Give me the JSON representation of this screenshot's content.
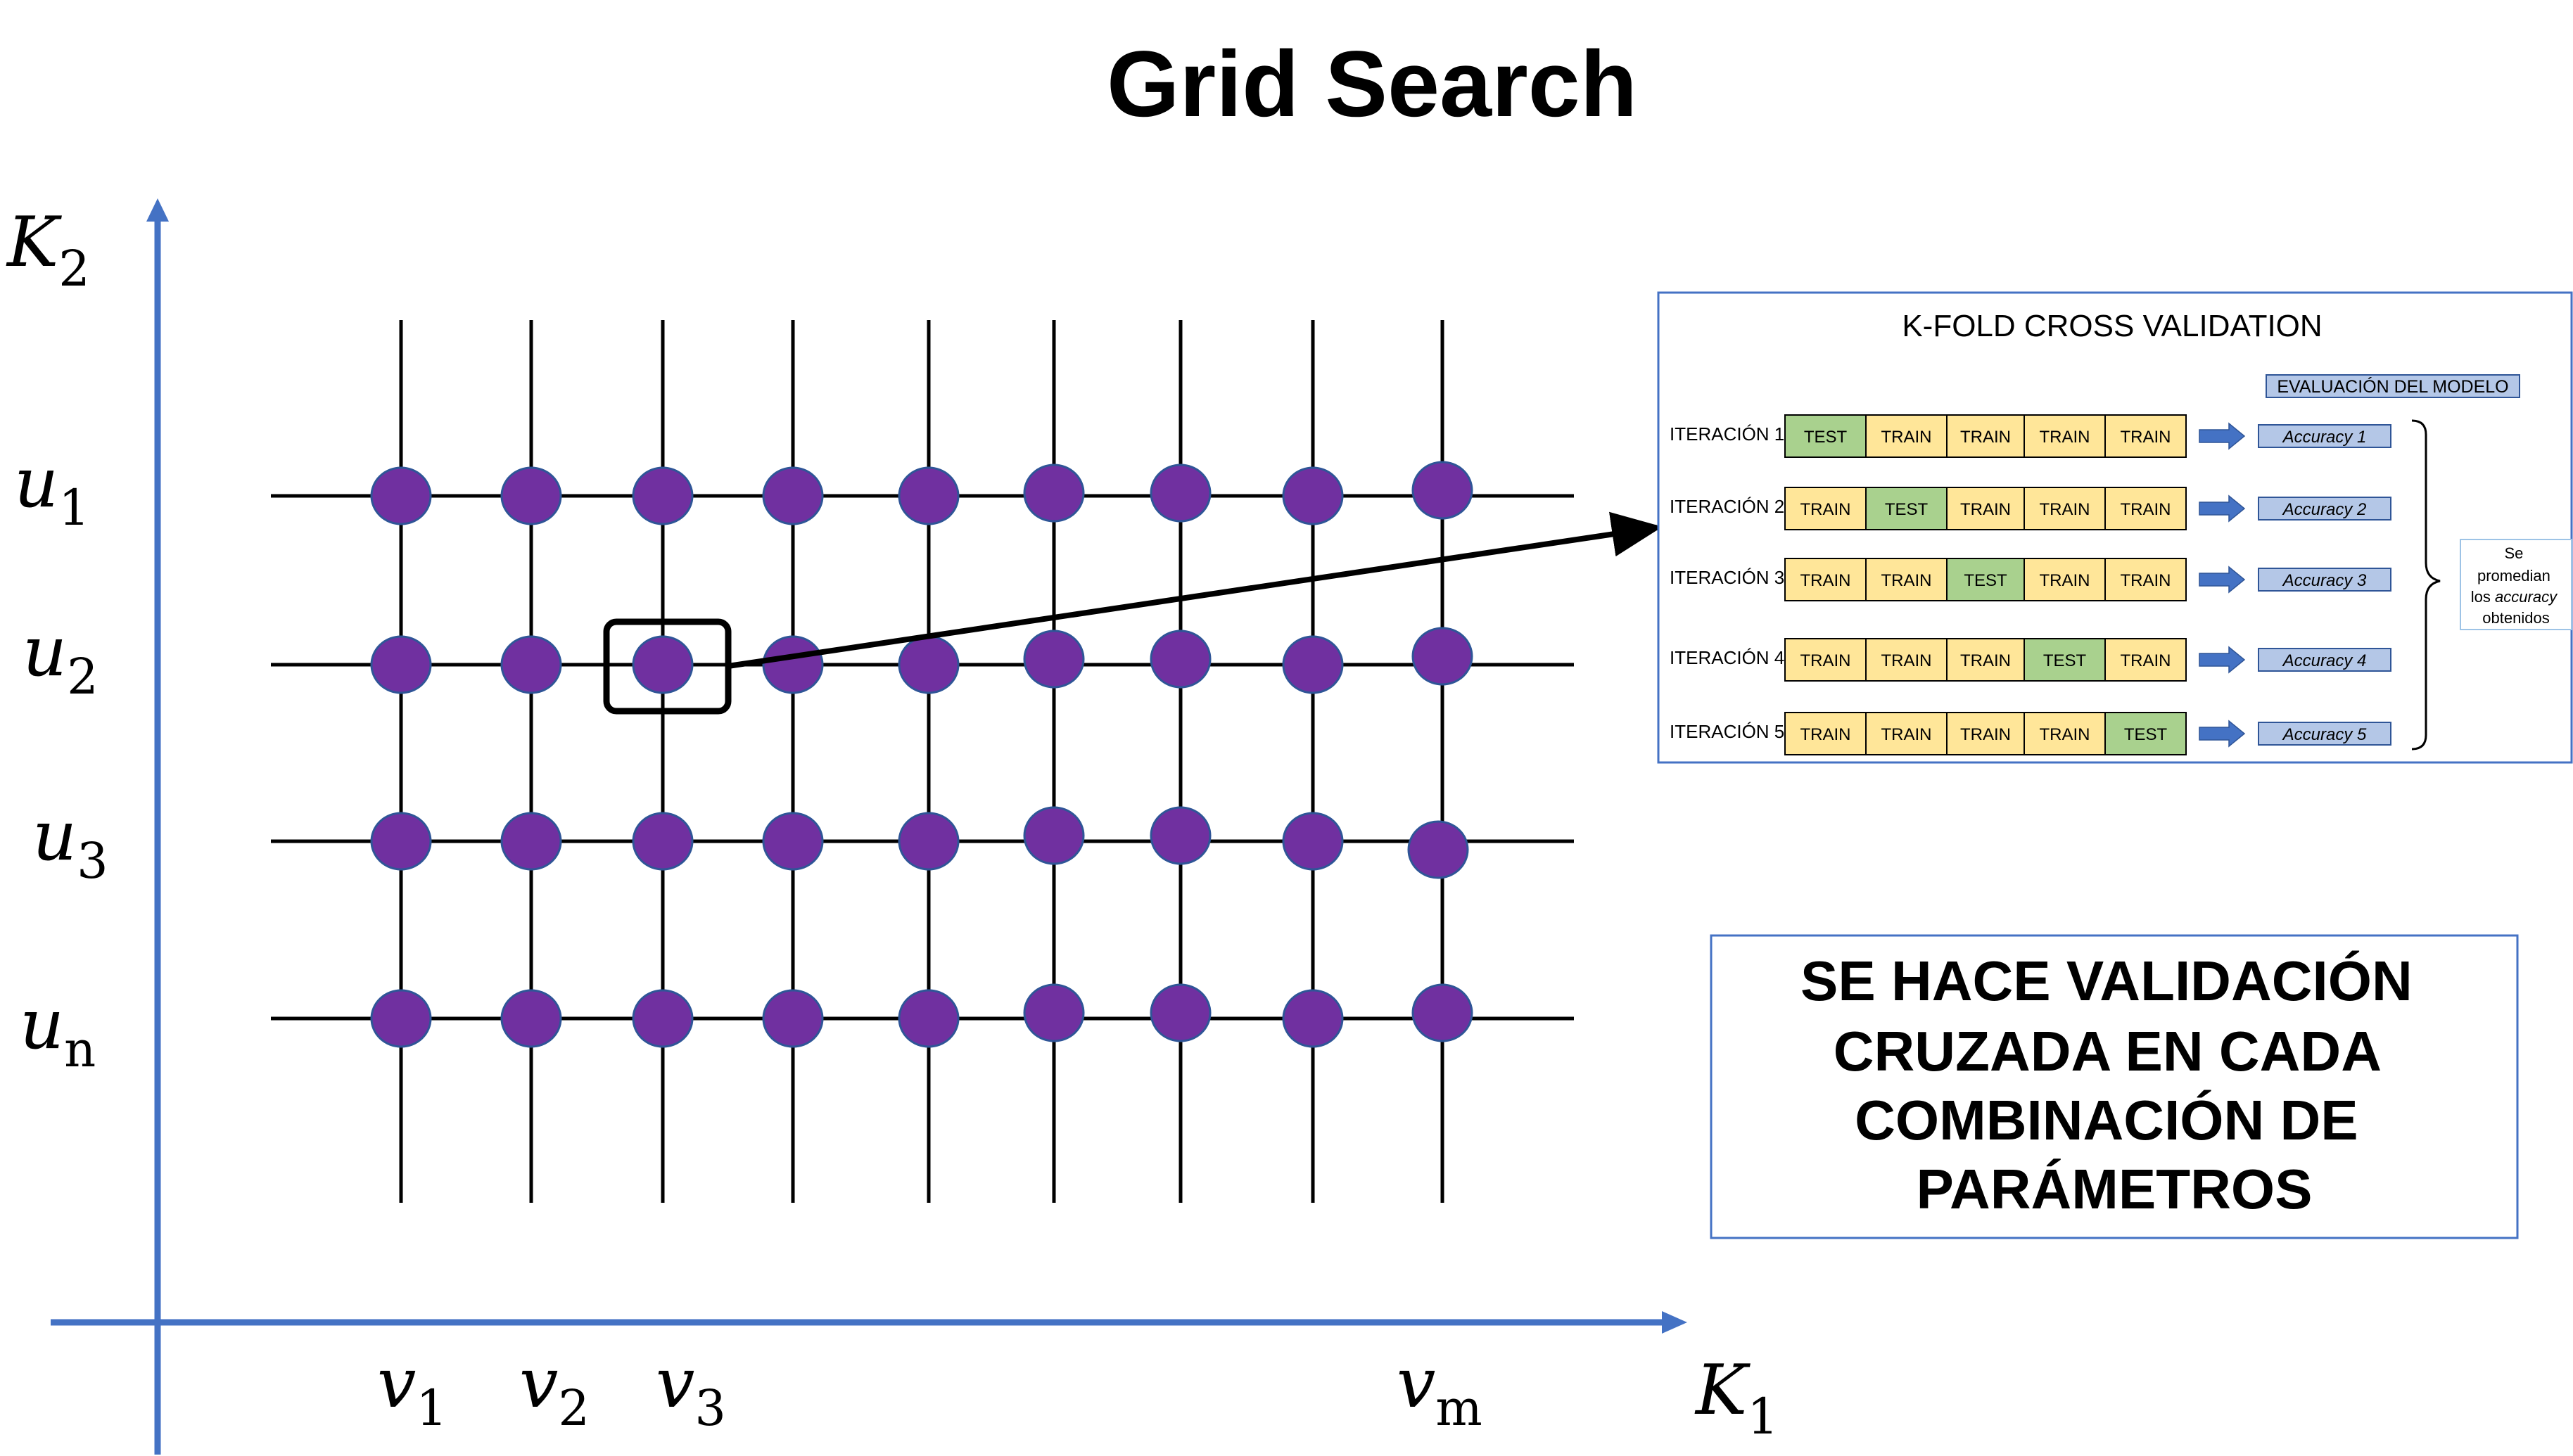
{
  "title": "Grid Search",
  "axes": {
    "y_axis_label": "K",
    "y_axis_sub": "2",
    "x_axis_label": "K",
    "x_axis_sub": "1",
    "axis_color": "#4472C4"
  },
  "row_labels": [
    {
      "main": "u",
      "sub": "1"
    },
    {
      "main": "u",
      "sub": "2"
    },
    {
      "main": "u",
      "sub": "3"
    },
    {
      "main": "u",
      "sub": "n"
    }
  ],
  "column_labels": [
    {
      "main": "v",
      "sub": "1"
    },
    {
      "main": "v",
      "sub": "2"
    },
    {
      "main": "v",
      "sub": "3"
    },
    {
      "main": "v",
      "sub": "m"
    }
  ],
  "grid": {
    "columns": 9,
    "rows": 4,
    "node_color": "#7030A0",
    "node_outline": "#2F5597",
    "highlighted_node": {
      "row": 2,
      "column": 3
    }
  },
  "kfold": {
    "title": "K-FOLD CROSS VALIDATION",
    "eval_header": "EVALUACIÓN DEL MODELO",
    "iterations": [
      {
        "label": "ITERACIÓN 1",
        "folds": [
          "TEST",
          "TRAIN",
          "TRAIN",
          "TRAIN",
          "TRAIN"
        ],
        "accuracy": "Accuracy 1"
      },
      {
        "label": "ITERACIÓN 2",
        "folds": [
          "TRAIN",
          "TEST",
          "TRAIN",
          "TRAIN",
          "TRAIN"
        ],
        "accuracy": "Accuracy 2"
      },
      {
        "label": "ITERACIÓN 3",
        "folds": [
          "TRAIN",
          "TRAIN",
          "TEST",
          "TRAIN",
          "TRAIN"
        ],
        "accuracy": "Accuracy 3"
      },
      {
        "label": "ITERACIÓN 4",
        "folds": [
          "TRAIN",
          "TRAIN",
          "TRAIN",
          "TEST",
          "TRAIN"
        ],
        "accuracy": "Accuracy 4"
      },
      {
        "label": "ITERACIÓN 5",
        "folds": [
          "TRAIN",
          "TRAIN",
          "TRAIN",
          "TRAIN",
          "TEST"
        ],
        "accuracy": "Accuracy 5"
      }
    ],
    "summary_lines": [
      "Se",
      "promedian",
      "los",
      "accuracy",
      "obtenidos"
    ],
    "colors": {
      "test": "#A9D18E",
      "train": "#FFE699",
      "accuracy_box": "#B4C7E7",
      "arrow": "#4472C4",
      "border": "#4472C4"
    }
  },
  "callout": {
    "lines": [
      "SE HACE VALIDACIÓN",
      "CRUZADA EN CADA",
      "COMBINACIÓN DE",
      "PARÁMETROS"
    ]
  }
}
